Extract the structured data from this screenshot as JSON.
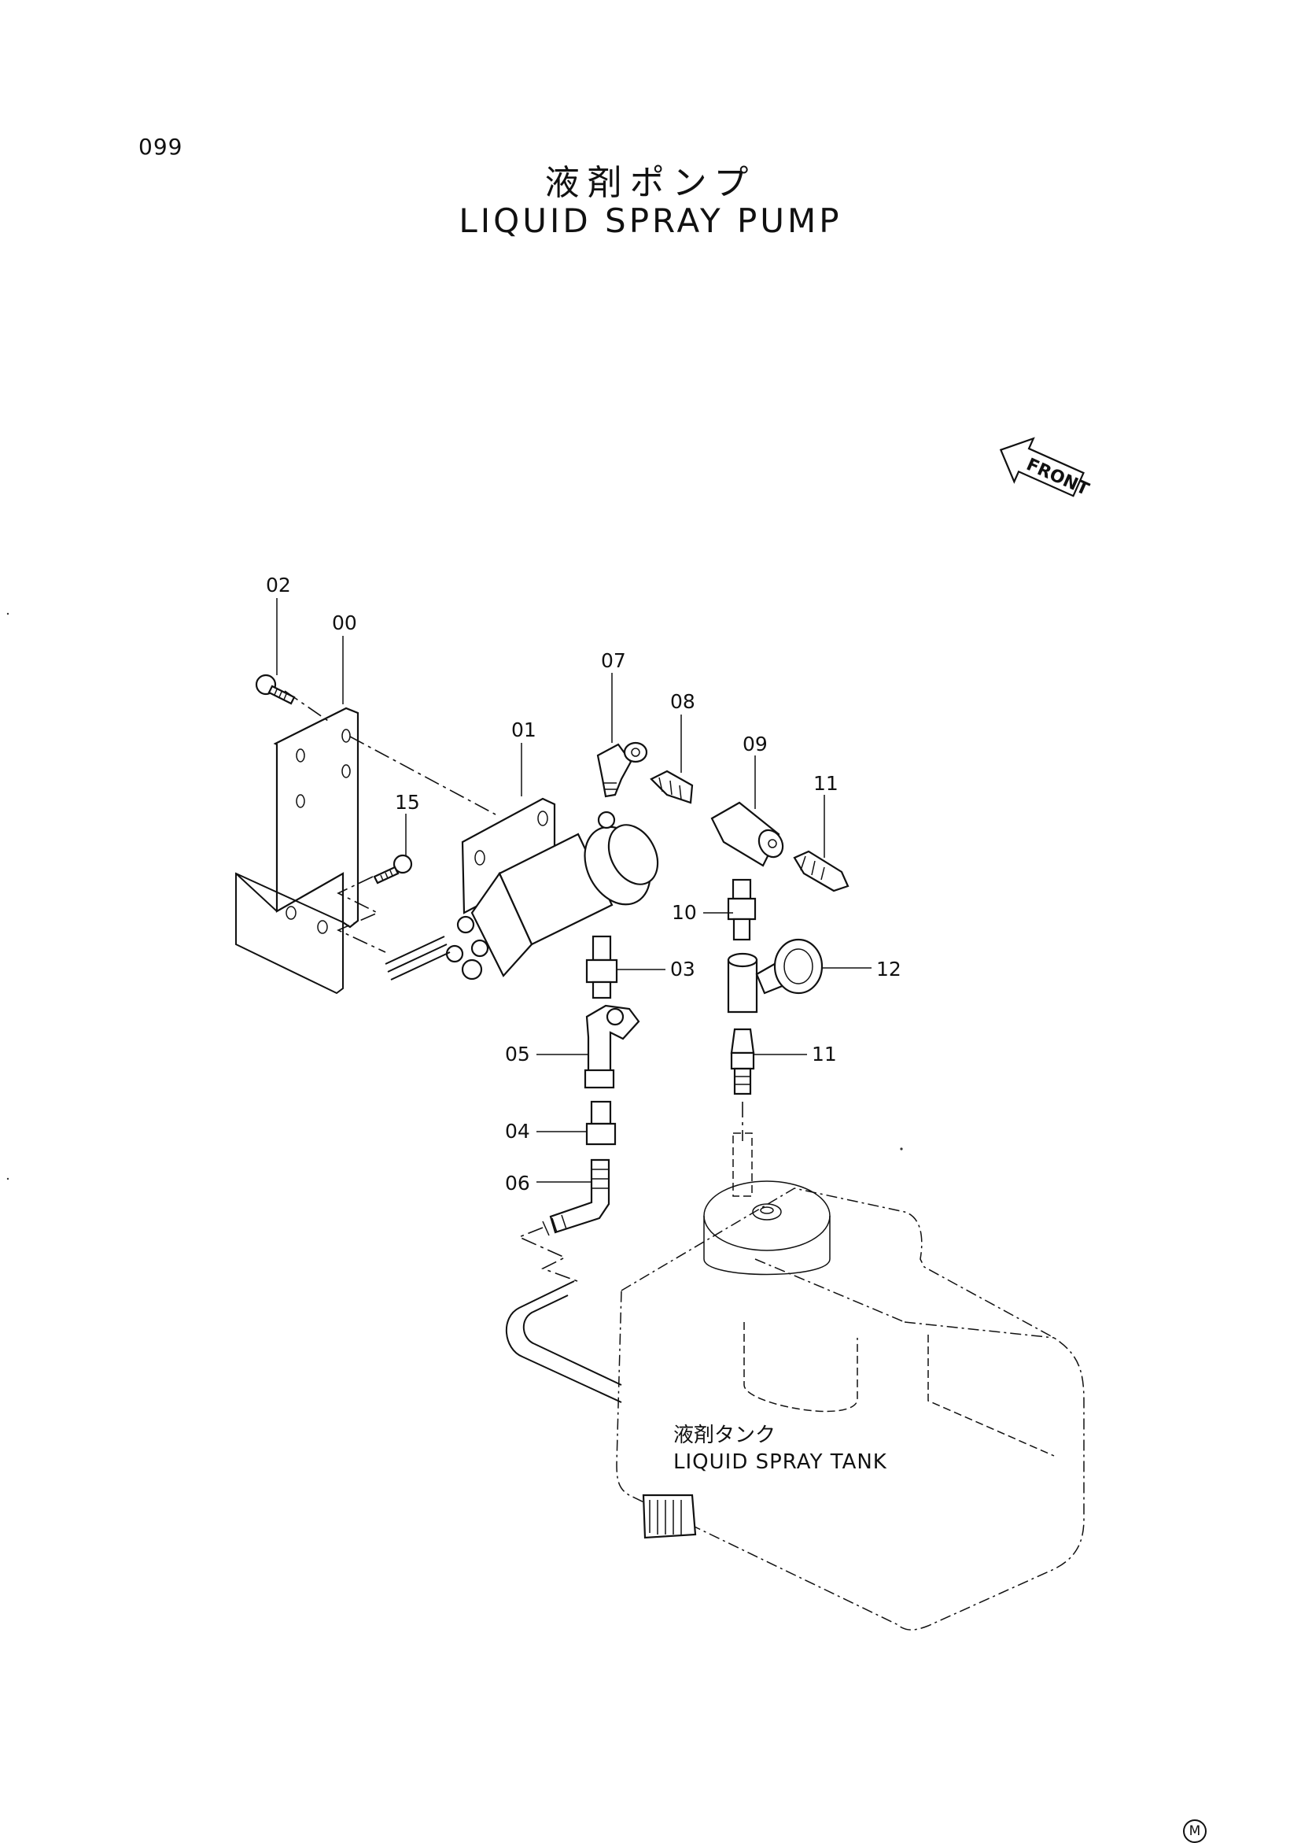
{
  "page_number": "099",
  "title": {
    "japanese": "液剤ポンプ",
    "english": "LIQUID SPRAY PUMP"
  },
  "front_indicator": "FRONT",
  "tank_label": {
    "japanese": "液剤タンク",
    "english": "LIQUID SPRAY TANK"
  },
  "part_labels": {
    "p00": "00",
    "p01": "01",
    "p02": "02",
    "p03": "03",
    "p04": "04",
    "p05": "05",
    "p06": "06",
    "p07": "07",
    "p08": "08",
    "p09": "09",
    "p10": "10",
    "p11_upper": "11",
    "p11_lower": "11",
    "p12": "12",
    "p15": "15"
  },
  "corner_mark": "M"
}
